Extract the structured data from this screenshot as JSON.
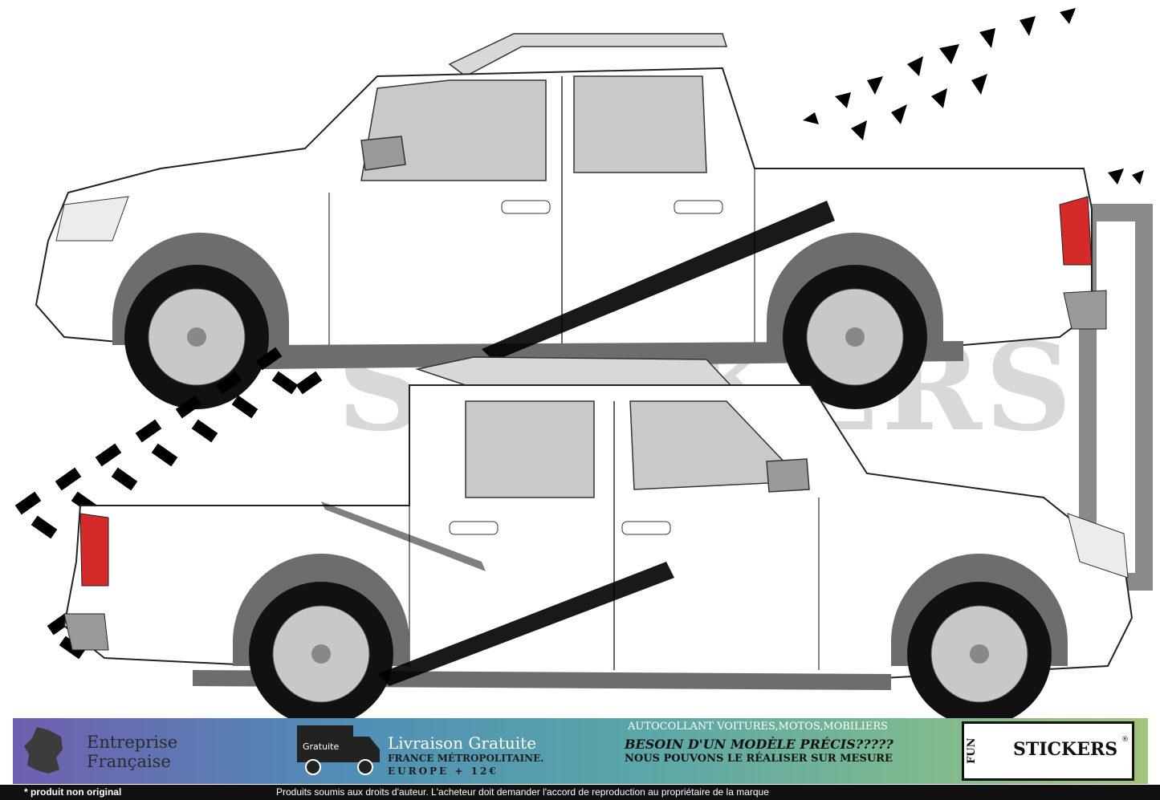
{
  "watermark": {
    "text": "STICKERS"
  },
  "banner": {
    "entreprise_line1": "Entreprise",
    "entreprise_line2": "Française",
    "truck_label": "Gratuite",
    "livraison_title": "Livraison Gratuite",
    "livraison_line2": "FRANCE MÉTROPOLITAINE.",
    "livraison_line3": "EUROPE + 12€",
    "autocollant": "AUTOCOLLANT VOITURES,MOTOS,MOBILIERS",
    "besoin": "BESOIN D'UN MODÈLE PRÉCIS?????",
    "nous": "NOUS POUVONS LE RÉALISER SUR MESURE",
    "logo_fun": "FUN",
    "logo_stickers": "STICKERS",
    "logo_reg": "®"
  },
  "footer": {
    "left": "* produit non original",
    "right": "Produits soumis aux droits d'auteur. L'acheteur doit demander l'accord de reproduction au propriétaire de la marque"
  },
  "colors": {
    "taillight": "#d42a2a",
    "glass": "#c9c9c9",
    "arch": "#6d6d6d",
    "decal": "#000000",
    "banner_start": "#6f5fb0",
    "banner_end": "#a3c47c"
  }
}
